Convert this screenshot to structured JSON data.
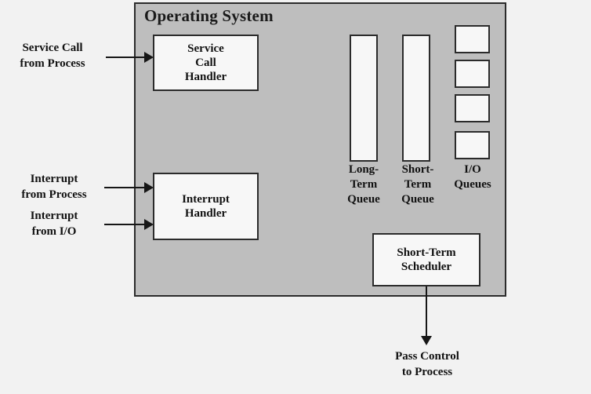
{
  "diagram": {
    "title": "Operating System",
    "background_color": "#f2f2f2",
    "panel_color": "#bebebe",
    "box_fill_color": "#f7f7f7",
    "line_color": "#161616"
  },
  "boxes": {
    "service_call_handler": "Service\nCall\nHandler",
    "interrupt_handler": "Interrupt\nHandler",
    "short_term_scheduler": "Short-Term\nScheduler"
  },
  "queues": {
    "long_term_label": "Long-\nTerm\nQueue",
    "short_term_label": "Short-\nTerm\nQueue",
    "io_label": "I/O\nQueues",
    "io_box_count": 4
  },
  "labels": {
    "service_call": "Service Call\nfrom Process",
    "interrupt_from_process": "Interrupt\nfrom Process",
    "interrupt_from_io": "Interrupt\nfrom I/O",
    "pass_control": "Pass Control\nto Process"
  }
}
